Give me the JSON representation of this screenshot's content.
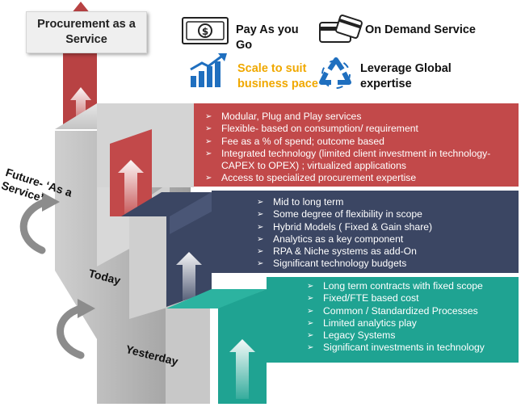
{
  "title": "Procurement as a Service",
  "features": [
    {
      "label": "Pay As you Go",
      "icon": "money-icon"
    },
    {
      "label": "On Demand Service",
      "icon": "card-icon"
    },
    {
      "label": "Scale to suit business pace",
      "icon": "growth-chart-icon"
    },
    {
      "label": "Leverage Global expertise",
      "icon": "recycle-icon"
    }
  ],
  "stages": {
    "future": "Future- ‘As a Service’",
    "today": "Today",
    "yesterday": "Yesterday"
  },
  "panels": {
    "future": {
      "color": "#c2494a",
      "items": [
        "Modular, Plug and Play services",
        "Flexible- based on consumption/ requirement",
        "Fee as a % of spend; outcome based",
        "Integrated technology (limited client investment in technology- CAPEX to OPEX) ; virtualized applications",
        "Access to specialized procurement expertise"
      ]
    },
    "today": {
      "color": "#3b4663",
      "items": [
        "Mid to long term",
        "Some degree of flexibility in scope",
        "Hybrid Models ( Fixed & Gain share)",
        "Analytics as a key component",
        "RPA & Niche systems as add-On",
        "Significant technology budgets"
      ]
    },
    "yesterday": {
      "color": "#1fa392",
      "items": [
        "Long term contracts with fixed scope",
        "Fixed/FTE based cost",
        "Common / Standardized Processes",
        "Limited analytics play",
        "Legacy Systems",
        "Significant investments in technology"
      ]
    }
  }
}
